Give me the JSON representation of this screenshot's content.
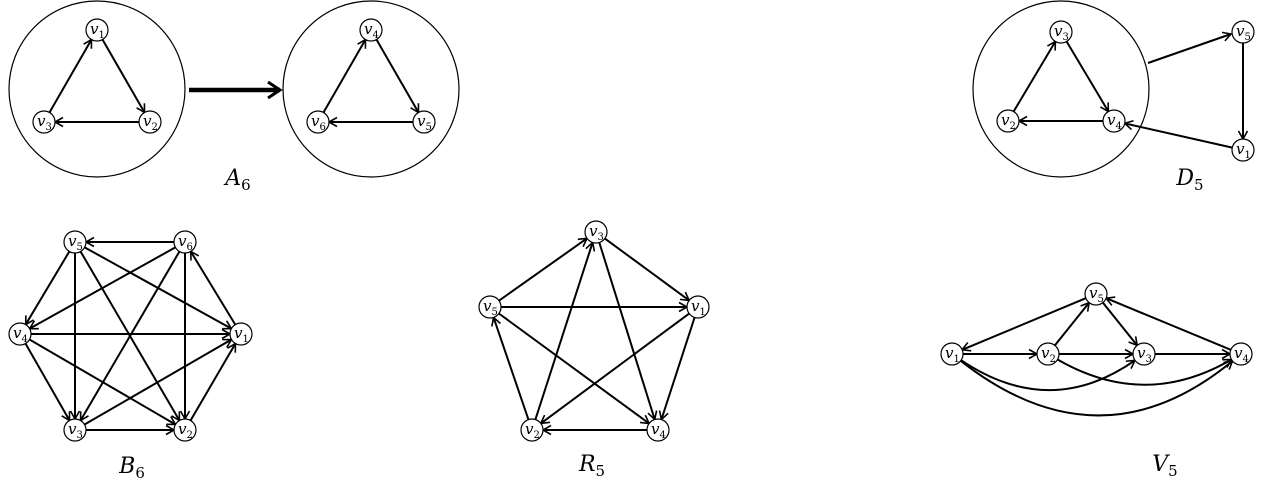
{
  "graphs": [
    {
      "id": "A6",
      "label": {
        "name": "A",
        "sub": "6"
      },
      "nodes": [
        "1",
        "2",
        "3",
        "4",
        "5",
        "6"
      ],
      "edges": [
        [
          "1",
          "2"
        ],
        [
          "2",
          "3"
        ],
        [
          "3",
          "1"
        ],
        [
          "4",
          "5"
        ],
        [
          "5",
          "6"
        ],
        [
          "6",
          "4"
        ]
      ],
      "module_arrow": true
    },
    {
      "id": "D5",
      "label": {
        "name": "D",
        "sub": "5"
      },
      "nodes": [
        "1",
        "2",
        "3",
        "4",
        "5"
      ],
      "edges": [
        [
          "3",
          "4"
        ],
        [
          "4",
          "2"
        ],
        [
          "2",
          "3"
        ],
        [
          "5",
          "1"
        ],
        [
          "1",
          "4"
        ]
      ],
      "module_arrow": true
    },
    {
      "id": "B6",
      "label": {
        "name": "B",
        "sub": "6"
      },
      "nodes": [
        "1",
        "2",
        "3",
        "4",
        "5",
        "6"
      ],
      "edges": [
        [
          "6",
          "5"
        ],
        [
          "5",
          "4"
        ],
        [
          "4",
          "3"
        ],
        [
          "3",
          "2"
        ],
        [
          "2",
          "1"
        ],
        [
          "1",
          "6"
        ],
        [
          "5",
          "1"
        ],
        [
          "5",
          "2"
        ],
        [
          "5",
          "3"
        ],
        [
          "6",
          "2"
        ],
        [
          "6",
          "3"
        ],
        [
          "6",
          "4"
        ],
        [
          "4",
          "1"
        ],
        [
          "4",
          "2"
        ],
        [
          "3",
          "1"
        ]
      ]
    },
    {
      "id": "R5",
      "label": {
        "name": "R",
        "sub": "5"
      },
      "nodes": [
        "1",
        "2",
        "3",
        "4",
        "5"
      ],
      "edges": [
        [
          "5",
          "3"
        ],
        [
          "3",
          "1"
        ],
        [
          "1",
          "4"
        ],
        [
          "4",
          "2"
        ],
        [
          "2",
          "5"
        ],
        [
          "5",
          "1"
        ],
        [
          "3",
          "4"
        ],
        [
          "1",
          "2"
        ],
        [
          "2",
          "3"
        ],
        [
          "5",
          "4"
        ]
      ]
    },
    {
      "id": "V5",
      "label": {
        "name": "V",
        "sub": "5"
      },
      "nodes": [
        "1",
        "2",
        "3",
        "4",
        "5"
      ],
      "edges": [
        [
          "1",
          "2"
        ],
        [
          "2",
          "3"
        ],
        [
          "3",
          "4"
        ],
        [
          "2",
          "5"
        ],
        [
          "5",
          "3"
        ],
        [
          "4",
          "5"
        ],
        [
          "5",
          "1"
        ],
        [
          "1",
          "3"
        ],
        [
          "1",
          "4"
        ],
        [
          "2",
          "4"
        ]
      ]
    }
  ]
}
